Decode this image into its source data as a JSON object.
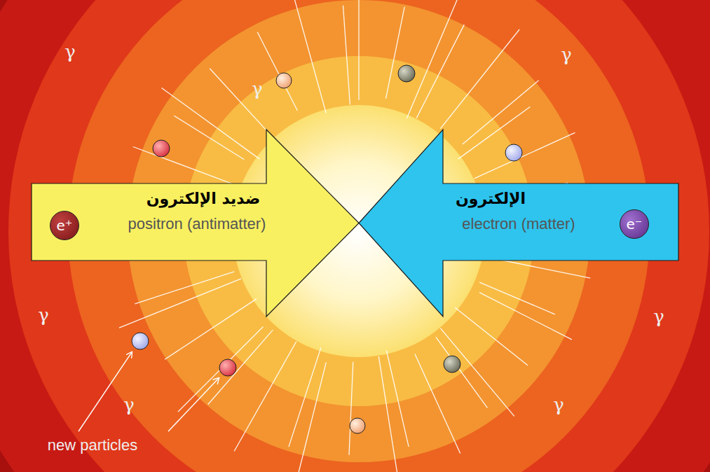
{
  "diagram": {
    "nodes": [
      {
        "text": [
          "ضديد الإلكترون",
          "positron (antimatter)"
        ]
      },
      {
        "text": [
          "e⁺"
        ],
        "in": 0
      },
      {
        "text": [
          "الإلكترون",
          "electron (matter)"
        ]
      },
      {
        "text": [
          "e⁻"
        ],
        "in": 2
      }
    ],
    "labels": [
      "γ",
      "γ",
      "γ",
      "γ",
      "γ",
      "γ",
      "γ",
      "new particles"
    ]
  }
}
